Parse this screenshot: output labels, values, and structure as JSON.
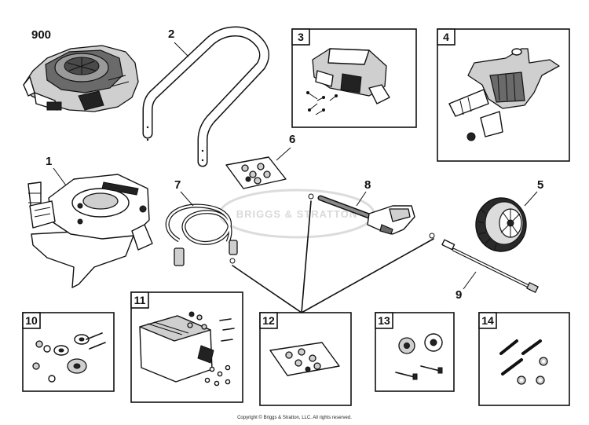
{
  "labels": {
    "engine": "900",
    "frame": "1",
    "handle": "2",
    "kit_box_3": "3",
    "pump_box_4": "4",
    "wheel": "5",
    "fastener_bag": "6",
    "hose": "7",
    "spray_gun": "8",
    "wand": "9",
    "kit_box_10": "10",
    "kit_box_11": "11",
    "kit_box_12": "12",
    "kit_box_13": "13",
    "kit_box_14": "14"
  },
  "watermark": "BRIGGS & STRATTON",
  "copyright": "Copyright © Briggs & Stratton, LLC. All rights reserved."
}
